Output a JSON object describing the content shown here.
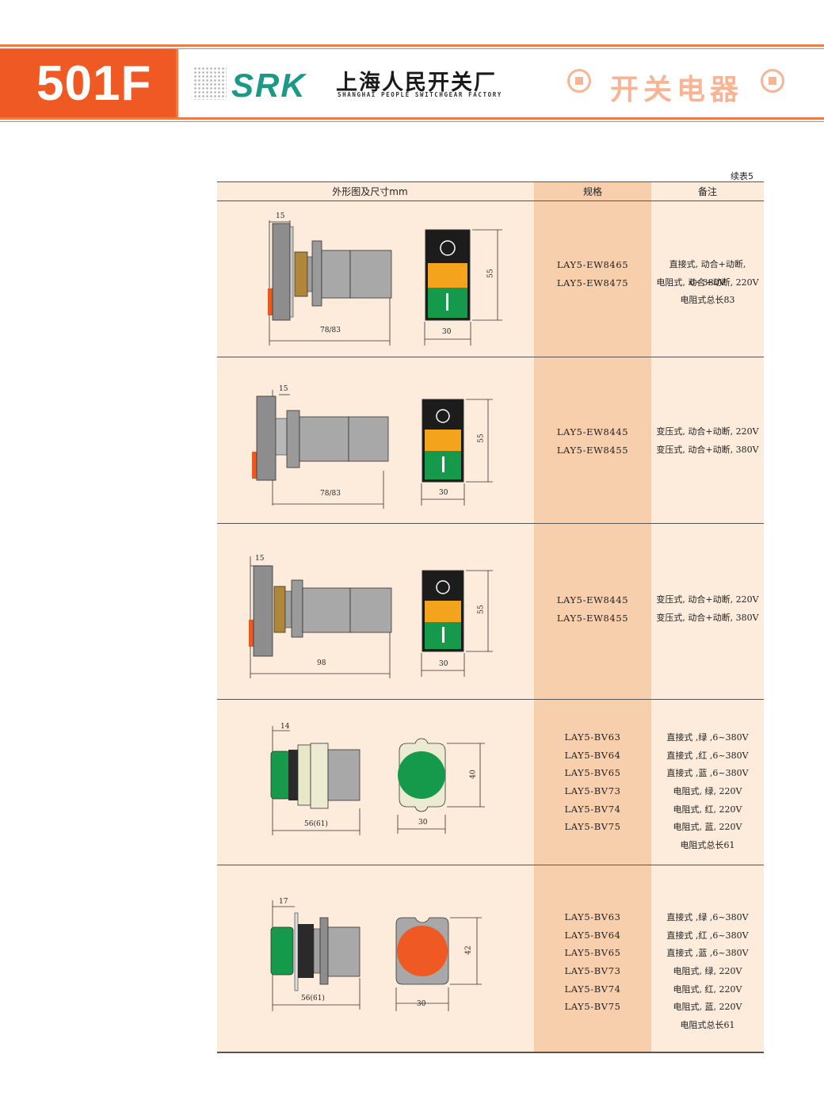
{
  "header": {
    "page_code": "501F",
    "brand": "SRK",
    "company_cn": "上海人民开关厂",
    "company_en": "SHANGHAI PEOPLE SWITCHGEAR FACTORY",
    "category": "开关电器"
  },
  "table": {
    "continued": "续表5",
    "headers": {
      "drawing": "外形图及尺寸mm",
      "spec": "规格",
      "note": "备注"
    },
    "rows": [
      {
        "dims": {
          "top": "15",
          "length": "78/83",
          "width": "30",
          "height": "55"
        },
        "specs": [
          "LAY5-EW8465",
          "LAY5-EW8475"
        ],
        "notes": [
          "直接式, 动合+动断, 6~380V",
          "电阻式, 动合+动断, 220V",
          "电阻式总长83"
        ]
      },
      {
        "dims": {
          "top": "15",
          "length": "78/83",
          "width": "30",
          "height": "55"
        },
        "specs": [
          "LAY5-EW8445",
          "LAY5-EW8455"
        ],
        "notes": [
          "变压式, 动合+动断, 220V",
          "变压式, 动合+动断, 380V"
        ]
      },
      {
        "dims": {
          "top": "15",
          "length": "98",
          "width": "30",
          "height": "55"
        },
        "specs": [
          "LAY5-EW8445",
          "LAY5-EW8455"
        ],
        "notes": [
          "变压式, 动合+动断, 220V",
          "变压式, 动合+动断, 380V"
        ]
      },
      {
        "dims": {
          "top": "14",
          "length": "56(61)",
          "width": "30",
          "height": "40"
        },
        "specs": [
          "LAY5-BV63",
          "LAY5-BV64",
          "LAY5-BV65",
          "LAY5-BV73",
          "LAY5-BV74",
          "LAY5-BV75"
        ],
        "notes": [
          "直接式 ,绿 ,6~380V",
          "直接式 ,红 ,6~380V",
          "直接式 ,蓝 ,6~380V",
          "电阻式, 绿, 220V",
          "电阻式, 红, 220V",
          "电阻式, 蓝, 220V",
          "电阻式总长61"
        ]
      },
      {
        "dims": {
          "top": "17",
          "length": "56(61)",
          "width": "30",
          "height": "42"
        },
        "specs": [
          "LAY5-BV63",
          "LAY5-BV64",
          "LAY5-BV65",
          "LAY5-BV73",
          "LAY5-BV74",
          "LAY5-BV75"
        ],
        "notes": [
          "直接式 ,绿 ,6~380V",
          "直接式 ,红 ,6~380V",
          "直接式 ,蓝 ,6~380V",
          "电阻式, 绿, 220V",
          "电阻式, 红, 220V",
          "电阻式, 蓝, 220V",
          "电阻式总长61"
        ]
      }
    ]
  }
}
